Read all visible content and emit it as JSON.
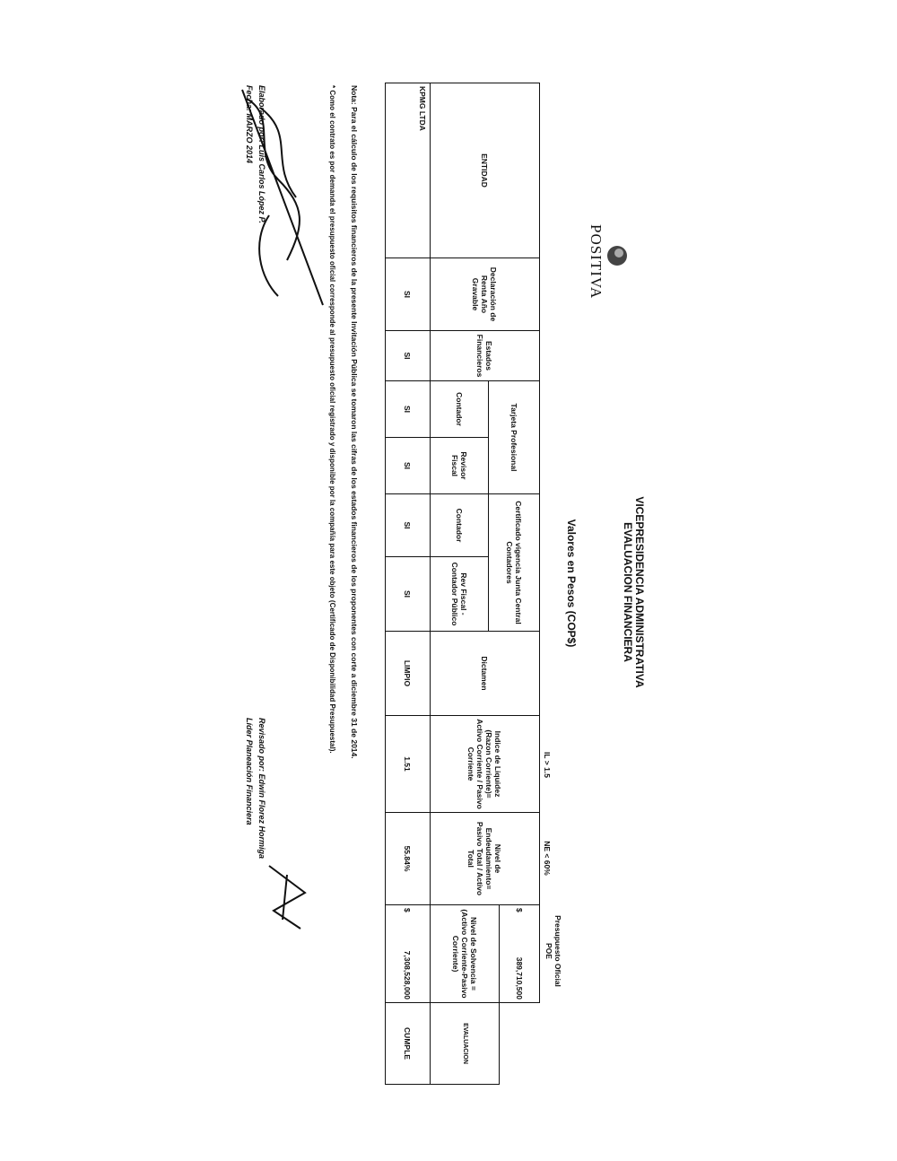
{
  "header": {
    "logo_text": "POSITIVA",
    "title_line1": "VICEPRESIDENCIA ADMINISTRATIVA",
    "title_line2": "EVALUACION FINANCIERA",
    "currency_note": "Valores en Pesos (COP$)"
  },
  "above_table": {
    "il_label": "IL > 1.5",
    "ne_label": "NE < 60%",
    "budget_label": "Presupuesto Oficial POE",
    "budget_currency": "$",
    "budget_value": "389,710,500"
  },
  "table": {
    "headers": {
      "entidad": "ENTIDAD",
      "declaracion": "Declaración de Renta Año Gravable",
      "estados": "Estados Financieros",
      "tarjeta": "Tarjeta Profesional",
      "tarjeta_contador": "Contador",
      "tarjeta_revisor": "Revisor Fiscal",
      "certificado": "Certificado vigencia Junta Central Contadores",
      "cert_contador": "Contador",
      "cert_revisor": "Rev Fiscal - Contador Público",
      "dictamen": "Dictamen",
      "indice": "Indice de Liquidez (Razon Corriente)= Activo Corriente / Pasivo Corriente",
      "nivel": "Nivel de Endeudamiento= Pasivo Total / Activo Total",
      "solvencia": "Nivel de Solvencia = (Activo Corriente-Pasivo Corriente)",
      "evaluacion": "EVALUACION"
    },
    "rows": [
      {
        "entidad": "KPMG LTDA",
        "declaracion": "SI",
        "estados": "SI",
        "tarjeta_contador": "SI",
        "tarjeta_revisor": "SI",
        "cert_contador": "SI",
        "cert_revisor": "SI",
        "dictamen": "LIMPIO",
        "indice": "1.51",
        "nivel": "55.84%",
        "solvencia_currency": "$",
        "solvencia": "7,308,528,000",
        "evaluacion": "CUMPLE"
      }
    ]
  },
  "notes": {
    "nota": "Nota: Para el cálculo de los requisitos financieros de la presente Invitación Pública se tomaron las cifras de los estados financieros de los proponentes con corte a diciembre 31 de 2014.",
    "asterisk": "* Como el contrato es por demanda el presupuesto oficial corresponde al presupuesto oficial registrado y disponible por la compañía para este objeto (Certificado de Disponibilidad Presupuestal)."
  },
  "signatures": {
    "elaborado": "Elaborado por: Luis Carlos López P.",
    "fecha": "Fecha: MARZO 2014",
    "revisado": "Revisado por: Edwin Florez Hormiga",
    "cargo": "Líder Planeación Financiera"
  }
}
